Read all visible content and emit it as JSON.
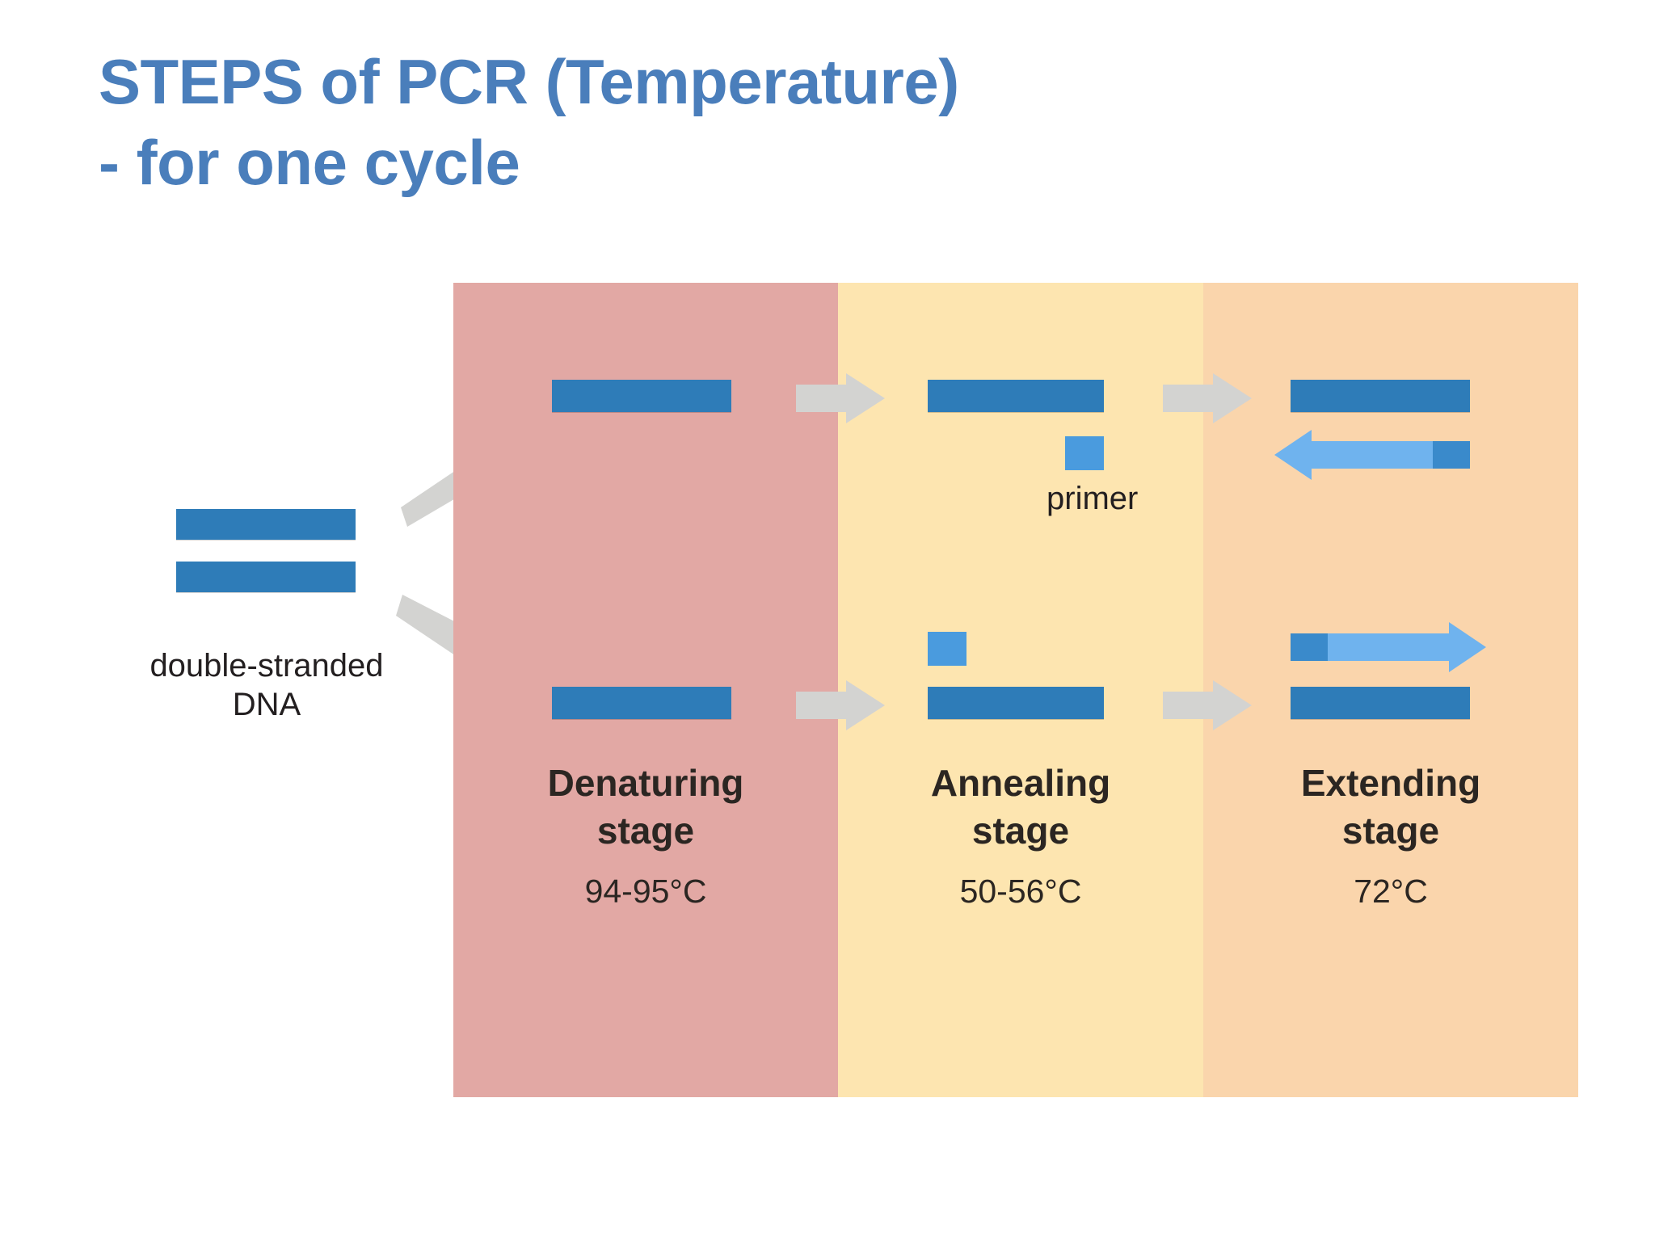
{
  "slide": {
    "title": "STEPS of PCR (Temperature)\n- for one cycle",
    "title_color": "#4A7EBB",
    "background": "#FFFFFF"
  },
  "diagram": {
    "input_label": "double-stranded\nDNA",
    "primer_legend_label": "primer",
    "colors": {
      "denaturing_panel": "#E2A8A4",
      "annealing_panel": "#FDE5B0",
      "extending_panel": "#FAD5AC",
      "dna_strand": "#2E7CB8",
      "primer": "#4A9BDE",
      "flow_arrow": "#D3D3D1",
      "extension_arrow": "#6FB3EE"
    },
    "stages": [
      {
        "name": "Denaturing\nstage",
        "temperature": "94-95°C",
        "panel_color": "#E2A8A4"
      },
      {
        "name": "Annealing\nstage",
        "temperature": "50-56°C",
        "panel_color": "#FDE5B0"
      },
      {
        "name": "Extending\nstage",
        "temperature": "72°C",
        "panel_color": "#FAD5AC"
      }
    ],
    "icons": {
      "flow_arrow_right": "arrow-right-icon",
      "flow_arrow_up_right": "arrow-up-right-icon",
      "flow_arrow_down_right": "arrow-down-right-icon",
      "extension_arrow_left": "arrow-left-icon",
      "extension_arrow_right": "arrow-right-icon"
    }
  }
}
